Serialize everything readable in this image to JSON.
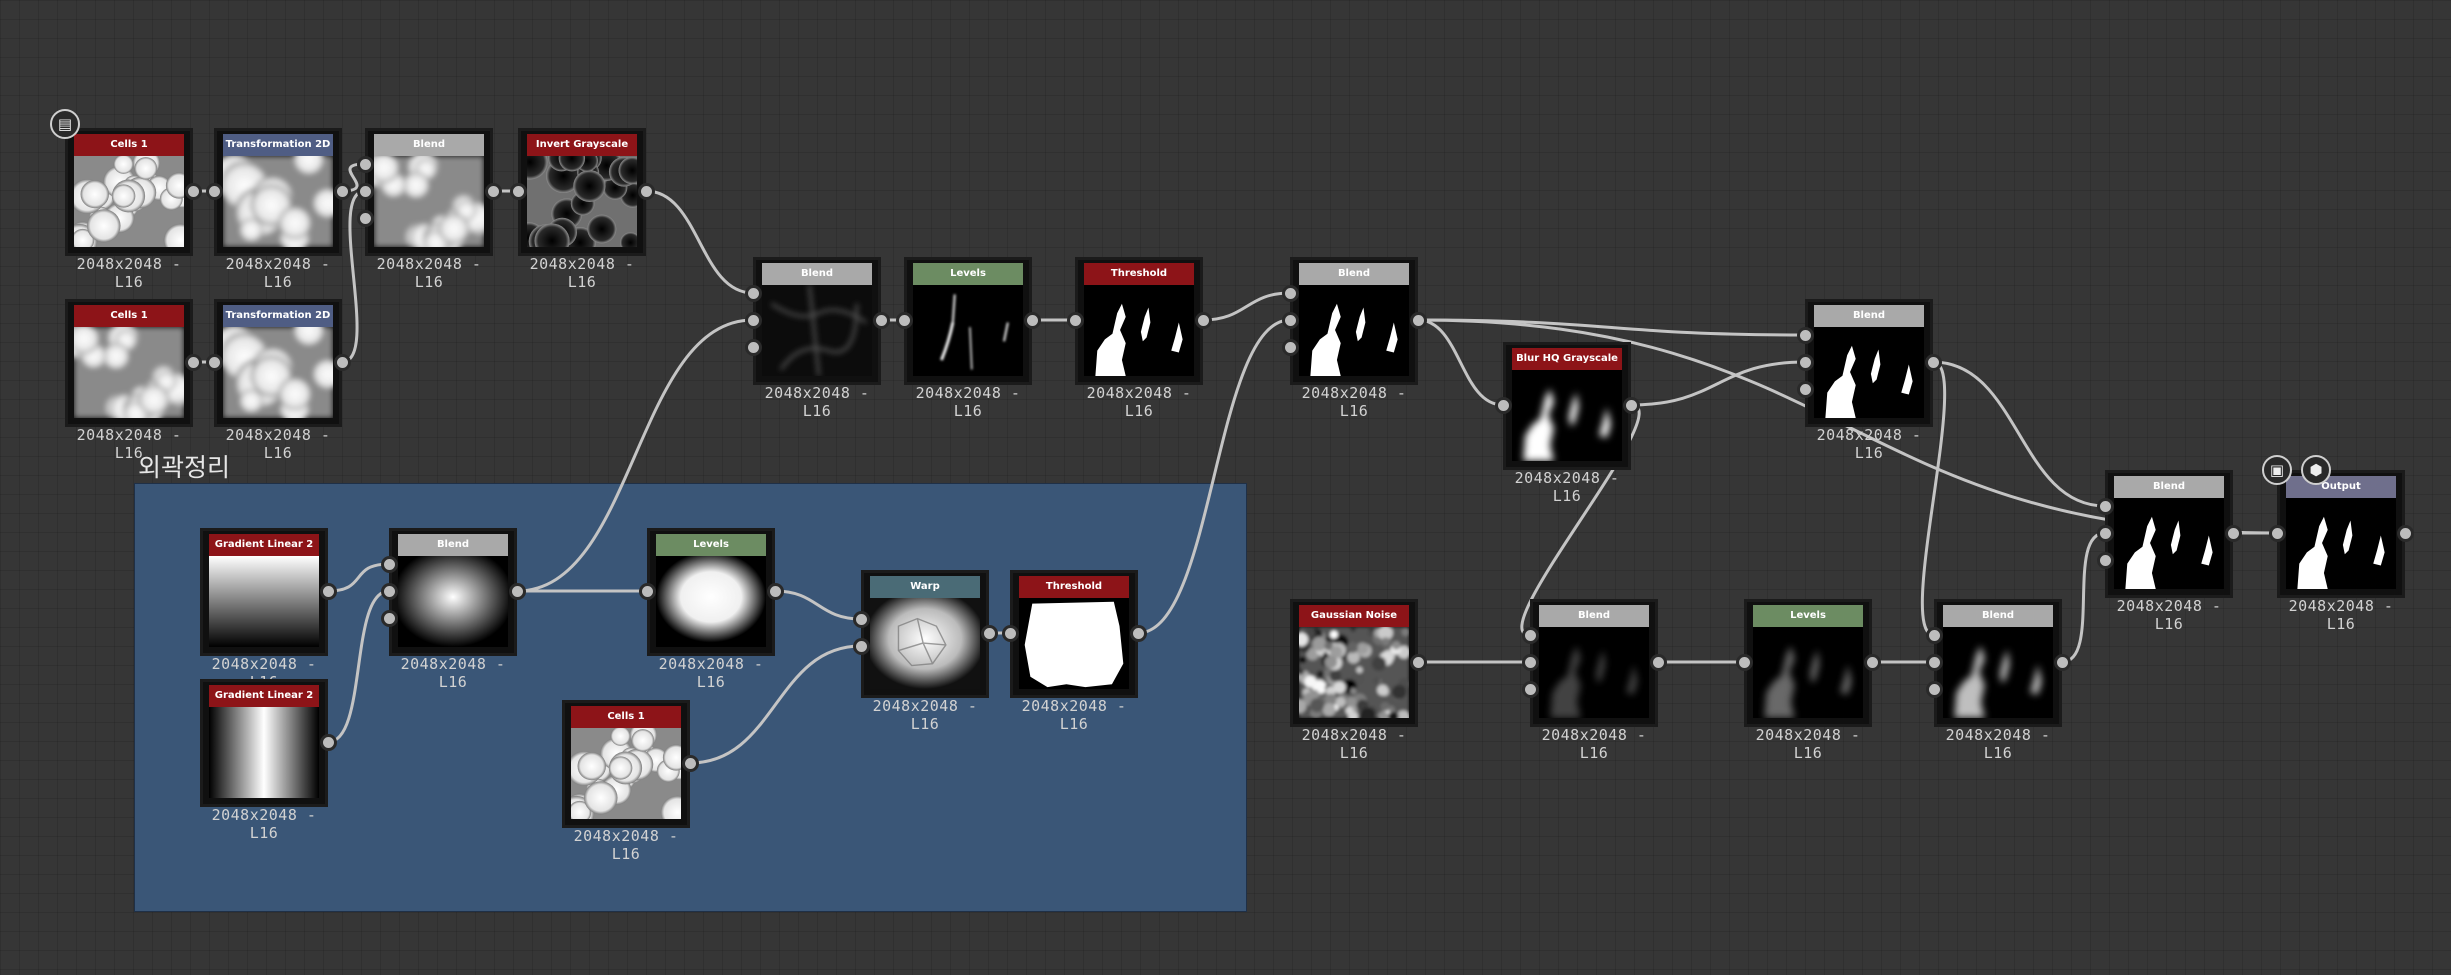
{
  "frame": {
    "title": "외곽정리"
  },
  "colors": {
    "red": "#8d1418",
    "blue": "#4f5d84",
    "gray": "#a9a9a9",
    "green": "#6c8c62",
    "teal": "#4a6b76",
    "purple": "#6f6f8c",
    "frame": "#3a5677"
  },
  "icons": {
    "comment": "document-icon",
    "output_badges": [
      "checker-icon",
      "cube-icon"
    ]
  },
  "nodes": [
    {
      "id": "cells1_a",
      "label": "Cells 1",
      "res": "2048x2048 - L16",
      "color": "red",
      "thumb": "cells"
    },
    {
      "id": "trans2d_a",
      "label": "Transformation 2D",
      "res": "2048x2048 - L16",
      "color": "blue",
      "thumb": "cells_big"
    },
    {
      "id": "blend_top",
      "label": "Blend",
      "res": "2048x2048 - L16",
      "color": "gray",
      "thumb": "cells_soft"
    },
    {
      "id": "invert",
      "label": "Invert Grayscale",
      "res": "2048x2048 - L16",
      "color": "red",
      "thumb": "cells_dark"
    },
    {
      "id": "cells1_b",
      "label": "Cells 1",
      "res": "2048x2048 - L16",
      "color": "red",
      "thumb": "cells_soft"
    },
    {
      "id": "trans2d_b",
      "label": "Transformation 2D",
      "res": "2048x2048 - L16",
      "color": "blue",
      "thumb": "cells_big"
    },
    {
      "id": "blend_mid",
      "label": "Blend",
      "res": "2048x2048 - L16",
      "color": "gray",
      "thumb": "dark_lines"
    },
    {
      "id": "levels_top",
      "label": "Levels",
      "res": "2048x2048 - L16",
      "color": "green",
      "thumb": "streaks"
    },
    {
      "id": "threshold_top",
      "label": "Threshold",
      "res": "2048x2048 - L16",
      "color": "red",
      "thumb": "shapes"
    },
    {
      "id": "blend_right",
      "label": "Blend",
      "res": "2048x2048 - L16",
      "color": "gray",
      "thumb": "shapes"
    },
    {
      "id": "blur_hq",
      "label": "Blur HQ Grayscale",
      "res": "2048x2048 - L16",
      "color": "red",
      "thumb": "shapes_blur"
    },
    {
      "id": "blend_far",
      "label": "Blend",
      "res": "2048x2048 - L16",
      "color": "gray",
      "thumb": "shapes"
    },
    {
      "id": "blend_last",
      "label": "Blend",
      "res": "2048x2048 - L16",
      "color": "gray",
      "thumb": "shapes"
    },
    {
      "id": "output",
      "label": "Output",
      "res": "2048x2048 - L16",
      "color": "purple",
      "thumb": "shapes"
    },
    {
      "id": "grad1",
      "label": "Gradient Linear 2",
      "res": "2048x2048 - L16",
      "color": "red",
      "thumb": "grad_v"
    },
    {
      "id": "grad2",
      "label": "Gradient Linear 2",
      "res": "2048x2048 - L16",
      "color": "red",
      "thumb": "grad_h"
    },
    {
      "id": "blend_frame",
      "label": "Blend",
      "res": "2048x2048 - L16",
      "color": "gray",
      "thumb": "radial"
    },
    {
      "id": "levels_frame",
      "label": "Levels",
      "res": "2048x2048 - L16",
      "color": "green",
      "thumb": "radial_bright"
    },
    {
      "id": "warp",
      "label": "Warp",
      "res": "2048x2048 - L16",
      "color": "teal",
      "thumb": "warp"
    },
    {
      "id": "threshold_frame",
      "label": "Threshold",
      "res": "2048x2048 - L16",
      "color": "red",
      "thumb": "blob"
    },
    {
      "id": "cells1_c",
      "label": "Cells 1",
      "res": "2048x2048 - L16",
      "color": "red",
      "thumb": "cells"
    },
    {
      "id": "gauss",
      "label": "Gaussian Noise",
      "res": "2048x2048 - L16",
      "color": "red",
      "thumb": "noise"
    },
    {
      "id": "blend_bot1",
      "label": "Blend",
      "res": "2048x2048 - L16",
      "color": "gray",
      "thumb": "faint"
    },
    {
      "id": "levels_bot",
      "label": "Levels",
      "res": "2048x2048 - L16",
      "color": "green",
      "thumb": "faint_bright"
    },
    {
      "id": "blend_bot2",
      "label": "Blend",
      "res": "2048x2048 - L16",
      "color": "gray",
      "thumb": "shapes_noisy"
    }
  ]
}
